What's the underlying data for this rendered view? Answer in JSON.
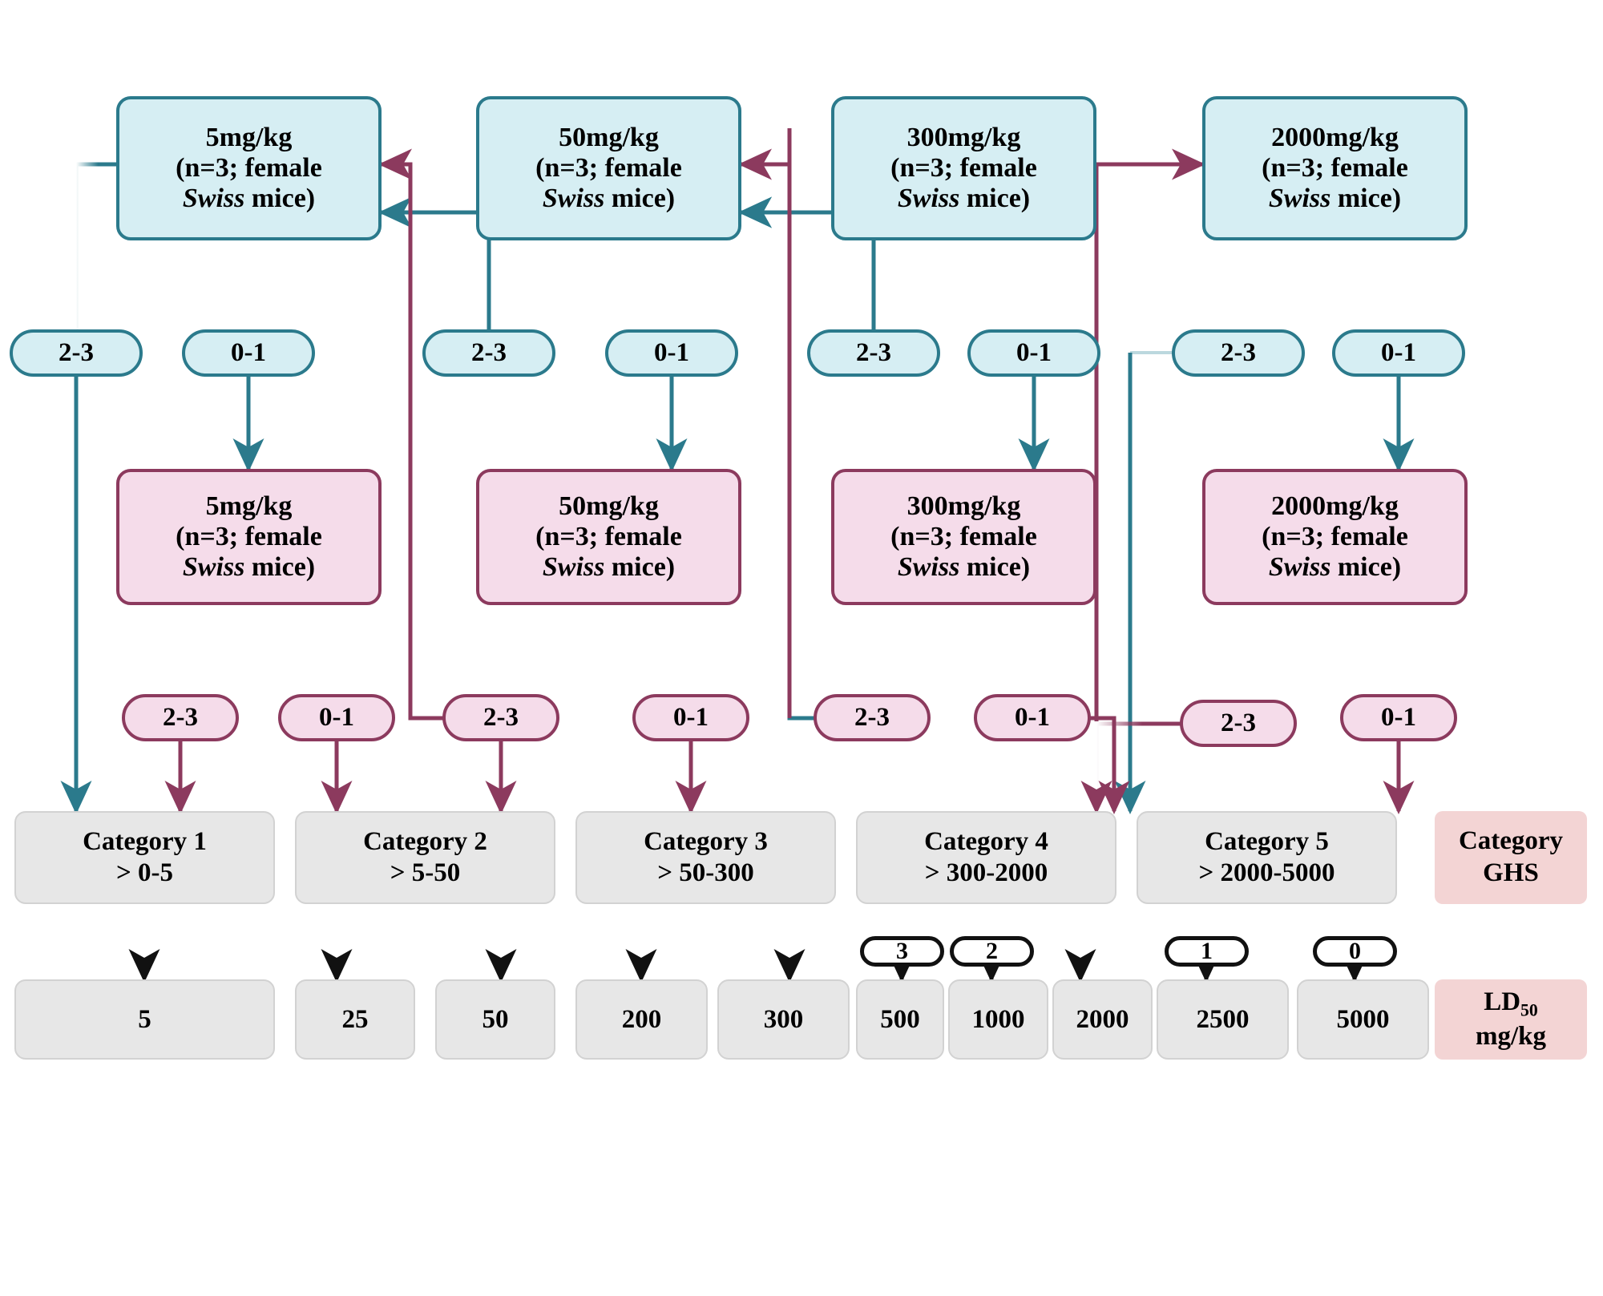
{
  "diagram": {
    "title": "GHS acute oral toxicity category determination flowchart",
    "colors": {
      "blue_fill": "#d6eef3",
      "blue_stroke": "#2b7a8c",
      "pink_fill": "#f5dcea",
      "pink_stroke": "#8c3a5e",
      "gray_fill": "#e7e7e7",
      "legend_fill": "#f3d4d4",
      "black": "#111111"
    }
  },
  "row1_boxes": [
    {
      "dose": "5mg/kg",
      "line2": "(n=3; female",
      "strain": "Swiss",
      "line3_tail": " mice)"
    },
    {
      "dose": "50mg/kg",
      "line2": "(n=3; female",
      "strain": "Swiss",
      "line3_tail": " mice)"
    },
    {
      "dose": "300mg/kg",
      "line2": "(n=3; female",
      "strain": "Swiss",
      "line3_tail": " mice)"
    },
    {
      "dose": "2000mg/kg",
      "line2": "(n=3; female",
      "strain": "Swiss",
      "line3_tail": " mice)"
    }
  ],
  "row2_pills": [
    {
      "label": "2-3"
    },
    {
      "label": "0-1"
    },
    {
      "label": "2-3"
    },
    {
      "label": "0-1"
    },
    {
      "label": "2-3"
    },
    {
      "label": "0-1"
    },
    {
      "label": "2-3"
    },
    {
      "label": "0-1"
    }
  ],
  "row3_boxes": [
    {
      "dose": "5mg/kg",
      "line2": "(n=3; female",
      "strain": "Swiss",
      "line3_tail": " mice)"
    },
    {
      "dose": "50mg/kg",
      "line2": "(n=3; female",
      "strain": "Swiss",
      "line3_tail": " mice)"
    },
    {
      "dose": "300mg/kg",
      "line2": "(n=3; female",
      "strain": "Swiss",
      "line3_tail": " mice)"
    },
    {
      "dose": "2000mg/kg",
      "line2": "(n=3; female",
      "strain": "Swiss",
      "line3_tail": " mice)"
    }
  ],
  "row4_pills": [
    {
      "label": "2-3"
    },
    {
      "label": "0-1"
    },
    {
      "label": "2-3"
    },
    {
      "label": "0-1"
    },
    {
      "label": "2-3"
    },
    {
      "label": "0-1"
    },
    {
      "label": "2-3"
    },
    {
      "label": "0-1"
    }
  ],
  "categories": [
    {
      "name": "Category 1",
      "range": "> 0-5"
    },
    {
      "name": "Category 2",
      "range": "> 5-50"
    },
    {
      "name": "Category 3",
      "range": "> 50-300"
    },
    {
      "name": "Category 4",
      "range": "> 300-2000"
    },
    {
      "name": "Category 5",
      "range": "> 2000-5000"
    }
  ],
  "category_legend": {
    "line1": "Category",
    "line2": "GHS"
  },
  "ld50_legend": {
    "prefix": "LD",
    "subscript": "50",
    "line2": "mg/kg"
  },
  "deaths_pills": [
    {
      "label": "3"
    },
    {
      "label": "2"
    },
    {
      "label": "1"
    },
    {
      "label": "0"
    }
  ],
  "ld50_values": [
    {
      "value": "5"
    },
    {
      "value": "25"
    },
    {
      "value": "50"
    },
    {
      "value": "200"
    },
    {
      "value": "300"
    },
    {
      "value": "500"
    },
    {
      "value": "1000"
    },
    {
      "value": "2000"
    },
    {
      "value": "2500"
    },
    {
      "value": "5000"
    }
  ]
}
